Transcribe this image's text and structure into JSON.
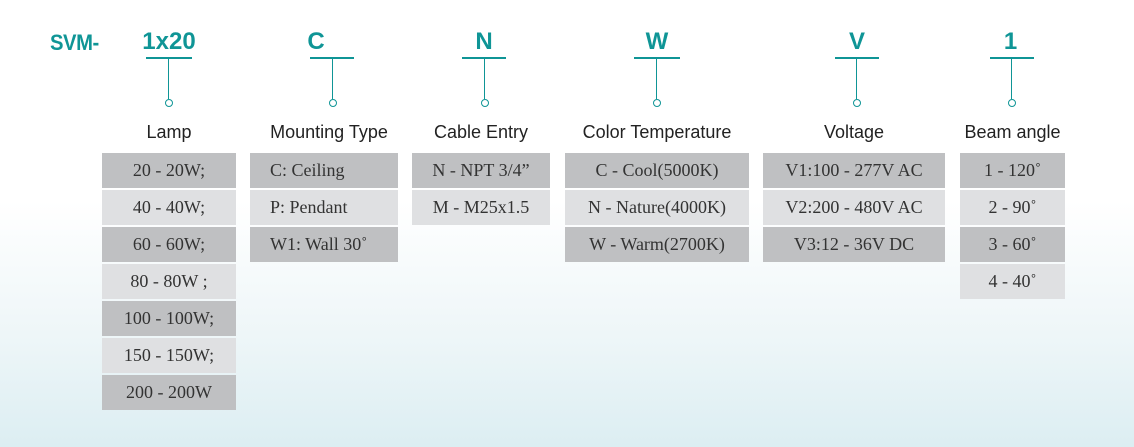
{
  "prefix": "SVM-",
  "groups": [
    {
      "code": "1x20",
      "heading": "Lamp",
      "options": [
        "20 - 20W;",
        "40 - 40W;",
        "60 - 60W;",
        "80 - 80W ;",
        "100 - 100W;",
        "150 - 150W;",
        "200 - 200W"
      ]
    },
    {
      "code": "C",
      "heading": "Mounting Type",
      "options": [
        "C: Ceiling",
        "P: Pendant",
        "W1: Wall 30˚"
      ]
    },
    {
      "code": "N",
      "heading": "Cable Entry",
      "options": [
        "N - NPT 3/4”",
        "M - M25x1.5"
      ]
    },
    {
      "code": "W",
      "heading": "Color Temperature",
      "options": [
        "C - Cool(5000K)",
        "N - Nature(4000K)",
        "W - Warm(2700K)"
      ]
    },
    {
      "code": "V",
      "heading": "Voltage",
      "options": [
        "V1:100 - 277V AC",
        "V2:200 - 480V AC",
        "V3:12 - 36V DC"
      ]
    },
    {
      "code": "1",
      "heading": "Beam angle",
      "options": [
        "1 - 120˚",
        "2 - 90˚",
        "3 - 60˚",
        "4 - 40˚"
      ]
    }
  ],
  "colors": {
    "accent": "#0f9596",
    "cell_dark": "#bfc0c2",
    "cell_light": "#dfe0e2"
  }
}
